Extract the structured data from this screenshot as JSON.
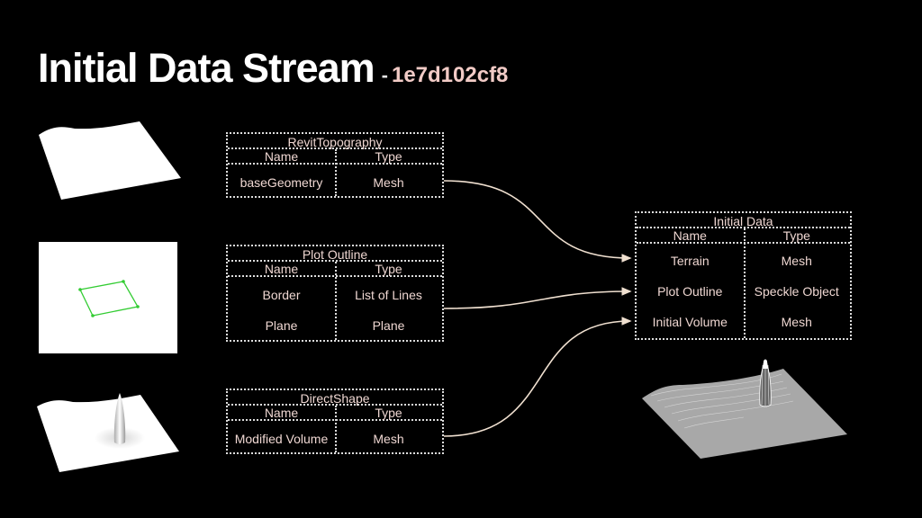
{
  "header": {
    "title": "Initial Data Stream",
    "separator": "-",
    "stream_id": "1e7d102cf8"
  },
  "colors": {
    "background": "#000000",
    "title": "#ffffff",
    "stream_id": "#f2cbc6",
    "table_text": "#efd7d2",
    "border": "#dddddd",
    "connector": "#f0e0d0",
    "plot_outline_green": "#33cc33"
  },
  "source_tables": [
    {
      "title": "RevitTopography",
      "columns": [
        "Name",
        "Type"
      ],
      "rows": [
        [
          "baseGeometry",
          "Mesh"
        ]
      ]
    },
    {
      "title": "Plot Outline",
      "columns": [
        "Name",
        "Type"
      ],
      "rows": [
        [
          "Border",
          "List of Lines"
        ],
        [
          "Plane",
          "Plane"
        ]
      ]
    },
    {
      "title": "DirectShape",
      "columns": [
        "Name",
        "Type"
      ],
      "rows": [
        [
          "Modified Volume",
          "Mesh"
        ]
      ]
    }
  ],
  "target_table": {
    "title": "Initial Data",
    "columns": [
      "Name",
      "Type"
    ],
    "rows": [
      [
        "Terrain",
        "Mesh"
      ],
      [
        "Plot Outline",
        "Speckle Object"
      ],
      [
        "Initial Volume",
        "Mesh"
      ]
    ]
  },
  "connections": [
    {
      "from": "RevitTopography",
      "to": "Terrain"
    },
    {
      "from": "Plot Outline",
      "to": "Plot Outline"
    },
    {
      "from": "DirectShape",
      "to": "Initial Volume"
    }
  ],
  "thumbnails": [
    {
      "name": "terrain-surface",
      "icon": "terrain-mesh-icon"
    },
    {
      "name": "plot-outline",
      "icon": "plot-outline-icon"
    },
    {
      "name": "terrain-with-volume",
      "icon": "volume-mesh-icon"
    },
    {
      "name": "combined-preview",
      "icon": "combined-wireframe-icon"
    }
  ]
}
